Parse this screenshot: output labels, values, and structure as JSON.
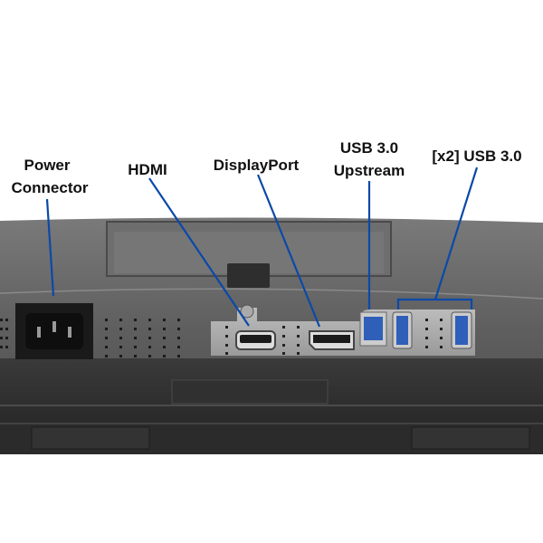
{
  "labels": {
    "power_line1": "Power",
    "power_line2": "Connector",
    "hdmi": "HDMI",
    "displayport": "DisplayPort",
    "usb_up_line1": "USB 3.0",
    "usb_up_line2": "Upstream",
    "usb_x2": "[x2] USB 3.0"
  },
  "colors": {
    "callout_line": "#0b49a8",
    "usb_port": "#2f5fb8"
  }
}
